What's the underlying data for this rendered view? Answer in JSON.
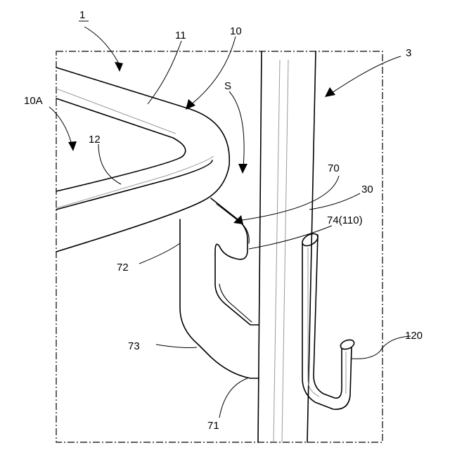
{
  "labels": {
    "fig_assembly": "1",
    "frame_body": "11",
    "frame": "10",
    "frame_end": "10A",
    "space": "S",
    "pipe": "12",
    "wall": "3",
    "bracket_tab": "70",
    "post": "30",
    "hook_ref": "74(110)",
    "plate": "72",
    "plate_corner": "73",
    "plate_base": "71",
    "hanger": "120"
  }
}
